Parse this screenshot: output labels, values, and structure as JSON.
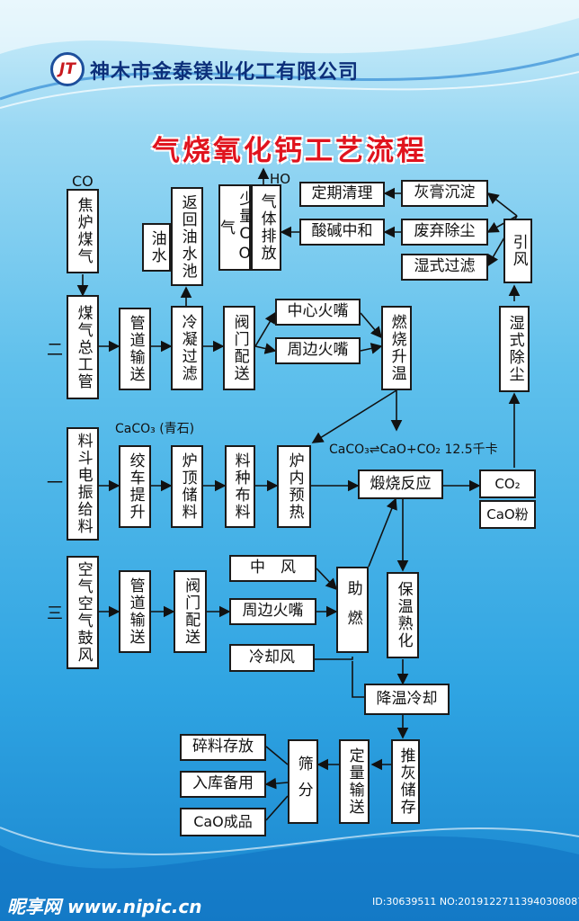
{
  "company": "神木市金泰镁业化工有限公司",
  "logo_text": "JT",
  "title": "气烧氧化钙工艺流程",
  "roman": {
    "two": "二",
    "one": "一",
    "three": "三"
  },
  "labels": {
    "co_top": "CO",
    "ho": "HO",
    "caco3_stone": "CaCO₃ (青石)",
    "reaction": "CaCO₃⇌CaO+CO₂ 12.5千卡"
  },
  "boxes": {
    "coke_gas": "焦炉煤气",
    "oil_water": "返回油水池",
    "oil": "油水",
    "little_co": "少量CO气",
    "gas_exhaust": "气体排放",
    "regular_clean": "定期清理",
    "gypsum": "灰膏沉淀",
    "acid_neutral": "酸碱中和",
    "waste_dust": "废弃除尘",
    "wet_filter": "湿式过滤",
    "induced_air": "引风",
    "gas_main": "煤气总工管",
    "pipe_transport_1": "管道输送",
    "cond_filter": "冷凝过滤",
    "valve_1": "阀门配送",
    "center_burner": "中心火嘴",
    "edge_burner_1": "周边火嘴",
    "burn_heat": "燃烧升温",
    "wet_dedust": "湿式除尘",
    "hopper": "料斗电振给料",
    "winch": "绞车提升",
    "top_store": "炉顶储料",
    "distribute": "料种布料",
    "preheat": "炉内预热",
    "calcine": "煅烧反应",
    "co2": "CO₂",
    "cao_powder": "CaO粉",
    "air_blower": "空气空气鼓风",
    "pipe_transport_2": "管道输送",
    "valve_2": "阀门配送",
    "mid_wind": "中　风",
    "edge_burner_2": "周边火嘴",
    "combust_aid": "助燃",
    "cool_wind": "冷却风",
    "insulate": "保温熟化",
    "cooling": "降温冷却",
    "push_store": "推灰储存",
    "quant_transport": "定量输送",
    "sieve": "筛分",
    "fines_store": "碎料存放",
    "warehouse": "入库备用",
    "cao_product": "CaO成品"
  },
  "watermark": {
    "site": "昵享网 www.nipic.cn",
    "id": "ID:30639511 NO:20191227113940308087"
  }
}
